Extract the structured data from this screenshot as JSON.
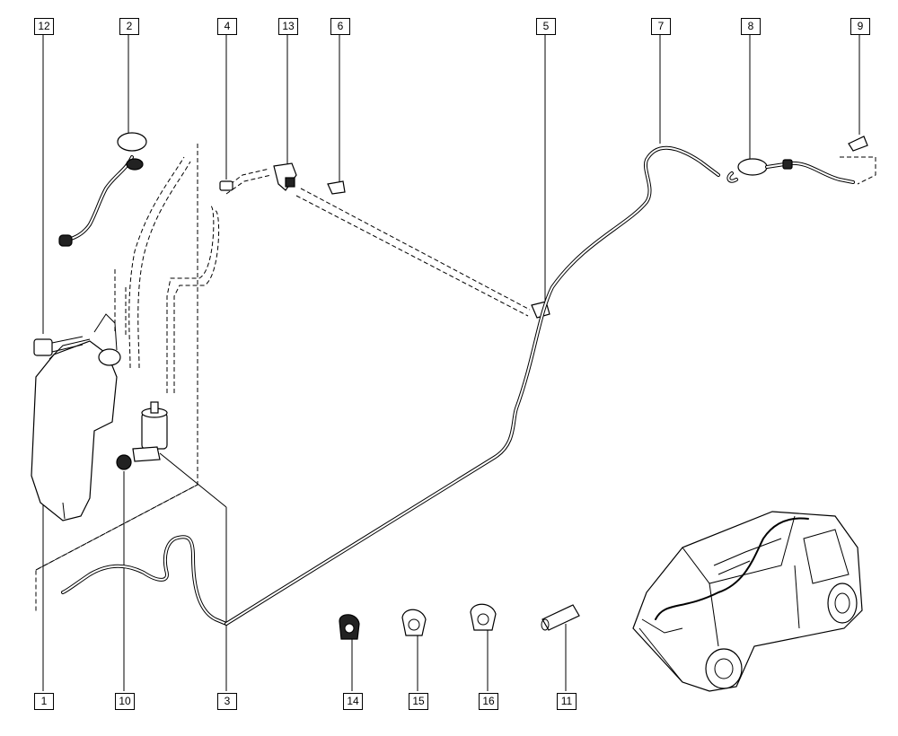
{
  "callouts": {
    "c12": "12",
    "c2": "2",
    "c4": "4",
    "c13": "13",
    "c6": "6",
    "c5": "5",
    "c7": "7",
    "c8": "8",
    "c9": "9",
    "c1": "1",
    "c10": "10",
    "c3": "3",
    "c14": "14",
    "c15": "15",
    "c16": "16",
    "c11": "11"
  }
}
